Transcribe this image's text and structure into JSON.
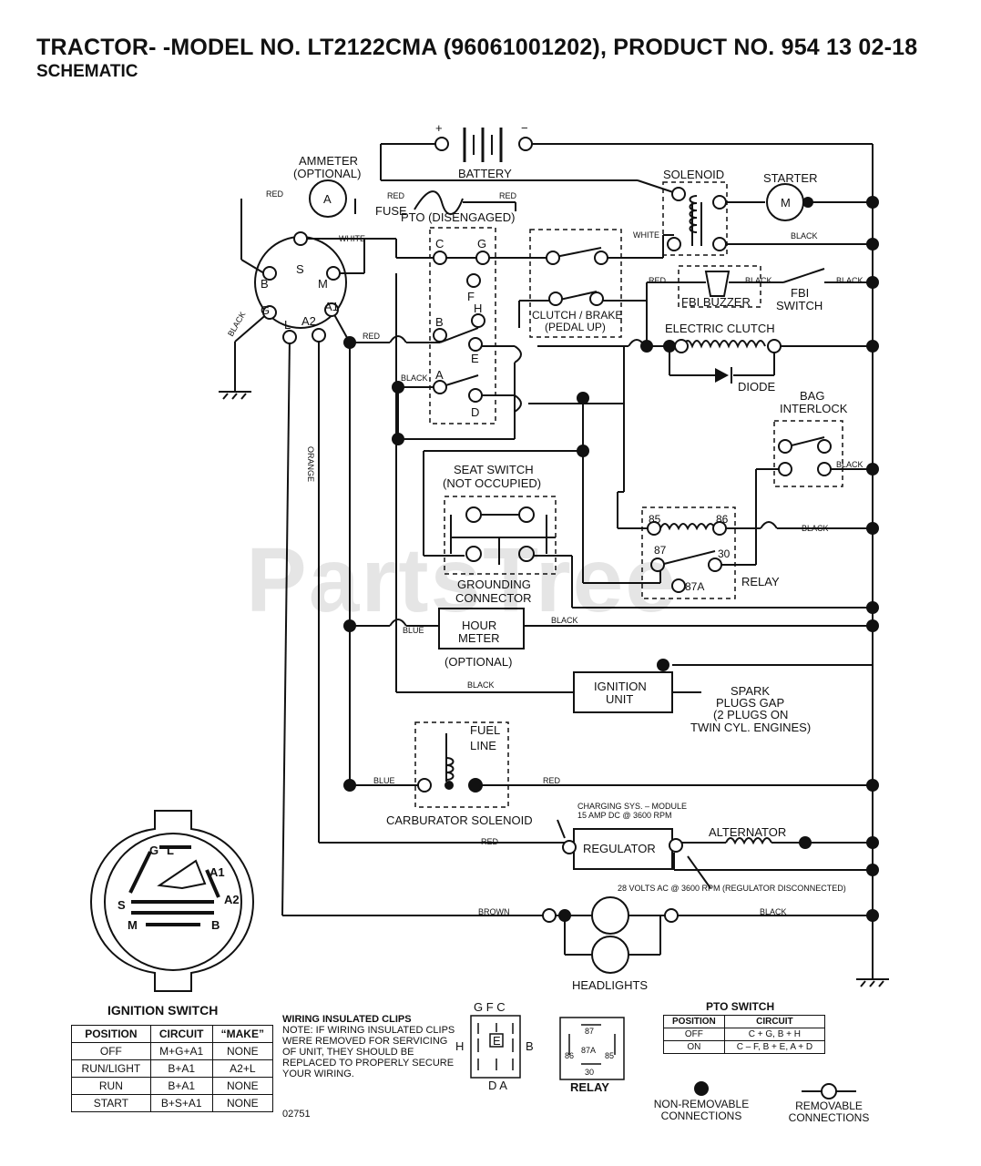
{
  "title": "TRACTOR- -MODEL NO. LT2122CMA (96061001202), PRODUCT NO. 954 13 02-18",
  "subtitle": "SCHEMATIC",
  "watermark": "PartsTree",
  "labels": {
    "battery": "BATTERY",
    "battery_plus": "+",
    "battery_minus": "−",
    "ammeter": "AMMETER",
    "ammeter_optional": "(OPTIONAL)",
    "ammeter_symbol": "A",
    "red": "RED",
    "fuse": "FUSE",
    "pto_disengaged": "PTO (DISENGAGED)",
    "solenoid": "SOLENOID",
    "starter": "STARTER",
    "motor_symbol": "M",
    "white": "WHITE",
    "black": "BLACK",
    "fbi_buzzer": "FBI BUZZER",
    "fbi_switch_1": "FBI",
    "fbi_switch_2": "SWITCH",
    "clutch_brake_1": "CLUTCH / BRAKE",
    "clutch_brake_2": "(PEDAL UP)",
    "electric_clutch": "ELECTRIC CLUTCH",
    "diode": "DIODE",
    "bag_interlock_1": "BAG",
    "bag_interlock_2": "INTERLOCK",
    "seat_switch_1": "SEAT SWITCH",
    "seat_switch_2": "(NOT OCCUPIED)",
    "grounding_1": "GROUNDING",
    "grounding_2": "CONNECTOR",
    "relay": "RELAY",
    "relay_85": "85",
    "relay_86": "86",
    "relay_87": "87",
    "relay_30": "30",
    "relay_87a": "87A",
    "hour_meter_1": "HOUR",
    "hour_meter_2": "METER",
    "hour_meter_optional": "(OPTIONAL)",
    "blue": "BLUE",
    "orange": "ORANGE",
    "brown": "BROWN",
    "ignition_unit_1": "IGNITION",
    "ignition_unit_2": "UNIT",
    "spark_1": "SPARK",
    "spark_2": "PLUGS GAP",
    "spark_3": "(2 PLUGS ON",
    "spark_4": "TWIN CYL. ENGINES)",
    "fuel_line_1": "FUEL",
    "fuel_line_2": "LINE",
    "carburetor_solenoid": "CARBURATOR SOLENOID",
    "charging_1": "CHARGING SYS. – MODULE",
    "charging_2": "15 AMP DC @ 3600 RPM",
    "regulator": "REGULATOR",
    "alternator": "ALTERNATOR",
    "volts_ac": "28 VOLTS AC @ 3600 RPM (REGULATOR DISCONNECTED)",
    "headlights": "HEADLIGHTS",
    "term_b": "B",
    "term_s": "S",
    "term_m": "M",
    "term_g": "G",
    "term_l": "L",
    "term_a1": "A1",
    "term_a2": "A2",
    "pto_c": "C",
    "pto_g": "G",
    "pto_f": "F",
    "pto_h": "H",
    "pto_b": "B",
    "pto_e": "E",
    "pto_a": "A",
    "pto_d": "D"
  },
  "ignition_switch": {
    "title": "IGNITION SWITCH",
    "headers": [
      "POSITION",
      "CIRCUIT",
      "“MAKE”"
    ],
    "rows": [
      [
        "OFF",
        "M+G+A1",
        "NONE"
      ],
      [
        "RUN/LIGHT",
        "B+A1",
        "A2+L"
      ],
      [
        "RUN",
        "B+A1",
        "NONE"
      ],
      [
        "START",
        "B+S+A1",
        "NONE"
      ]
    ],
    "face_labels": [
      "G",
      "L",
      "A1",
      "A2",
      "S",
      "M",
      "B"
    ]
  },
  "note": {
    "heading": "WIRING INSULATED CLIPS",
    "text": "NOTE: IF WIRING INSULATED CLIPS WERE REMOVED FOR SERVICING OF UNIT, THEY SHOULD BE REPLACED TO PROPERLY SECURE YOUR WIRING."
  },
  "code": "02751",
  "pto_connector": {
    "top": "G F C",
    "left": "H",
    "right": "B",
    "bottom": "D A",
    "center": "E"
  },
  "relay_connector": {
    "label": "RELAY",
    "pins": [
      "87",
      "87A",
      "86",
      "85",
      "30"
    ]
  },
  "pto_switch": {
    "title": "PTO SWITCH",
    "headers": [
      "POSITION",
      "CIRCUIT"
    ],
    "rows": [
      [
        "OFF",
        "C + G, B + H"
      ],
      [
        "ON",
        "C – F, B + E, A + D"
      ]
    ]
  },
  "legend": {
    "non_removable": "NON-REMOVABLE CONNECTIONS",
    "removable": "REMOVABLE CONNECTIONS"
  }
}
